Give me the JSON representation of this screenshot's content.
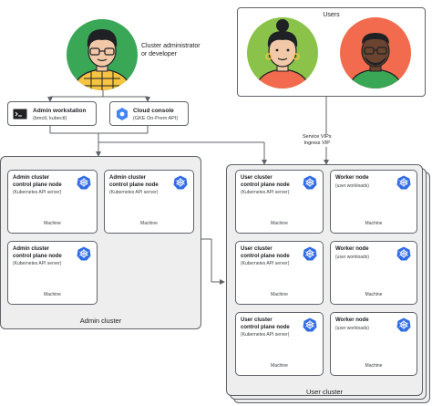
{
  "admin": {
    "label_line1": "Cluster administrator",
    "label_line2": "or developer"
  },
  "users": {
    "label": "Users"
  },
  "workstation": {
    "title": "Admin workstation",
    "sub": "(bmctl, kubectl)"
  },
  "console": {
    "title": "Cloud console",
    "sub": "(GKE On-Prem API)"
  },
  "vips": {
    "line1": "Service VIPs",
    "line2": "Ingress VIP"
  },
  "admin_cluster": {
    "label": "Admin cluster",
    "nodes": [
      {
        "title1": "Admin cluster",
        "title2": "control plane node",
        "sub": "(Kubernetes API server)",
        "machine": "Machine"
      },
      {
        "title1": "Admin cluster",
        "title2": "control plane node",
        "sub": "(Kubernetes API server)",
        "machine": "Machine"
      },
      {
        "title1": "Admin cluster",
        "title2": "control plane node",
        "sub": "(Kubernetes API server)",
        "machine": "Machine"
      }
    ]
  },
  "user_cluster": {
    "label": "User cluster",
    "control_nodes": [
      {
        "title1": "User cluster",
        "title2": "control plane node",
        "sub": "(Kubernetes API server)",
        "machine": "Machine"
      },
      {
        "title1": "User cluster",
        "title2": "control plane node",
        "sub": "(Kubernetes API server)",
        "machine": "Machine"
      },
      {
        "title1": "User cluster",
        "title2": "control plane node",
        "sub": "(Kubernetes API server)",
        "machine": "Machine"
      }
    ],
    "worker_nodes": [
      {
        "title": "Worker node",
        "sub": "(user workloads)",
        "machine": "Machine"
      },
      {
        "title": "Worker node",
        "sub": "(user workloads)",
        "machine": "Machine"
      },
      {
        "title": "Worker node",
        "sub": "(user workloads)",
        "machine": "Machine"
      }
    ]
  },
  "colors": {
    "avatar_green": "#3aa757",
    "avatar_lightgreen": "#8bc34a",
    "avatar_orange": "#f26b4e",
    "k8s_blue": "#326ce5",
    "cluster_bg": "#eeeeee",
    "line": "#5f6368"
  }
}
